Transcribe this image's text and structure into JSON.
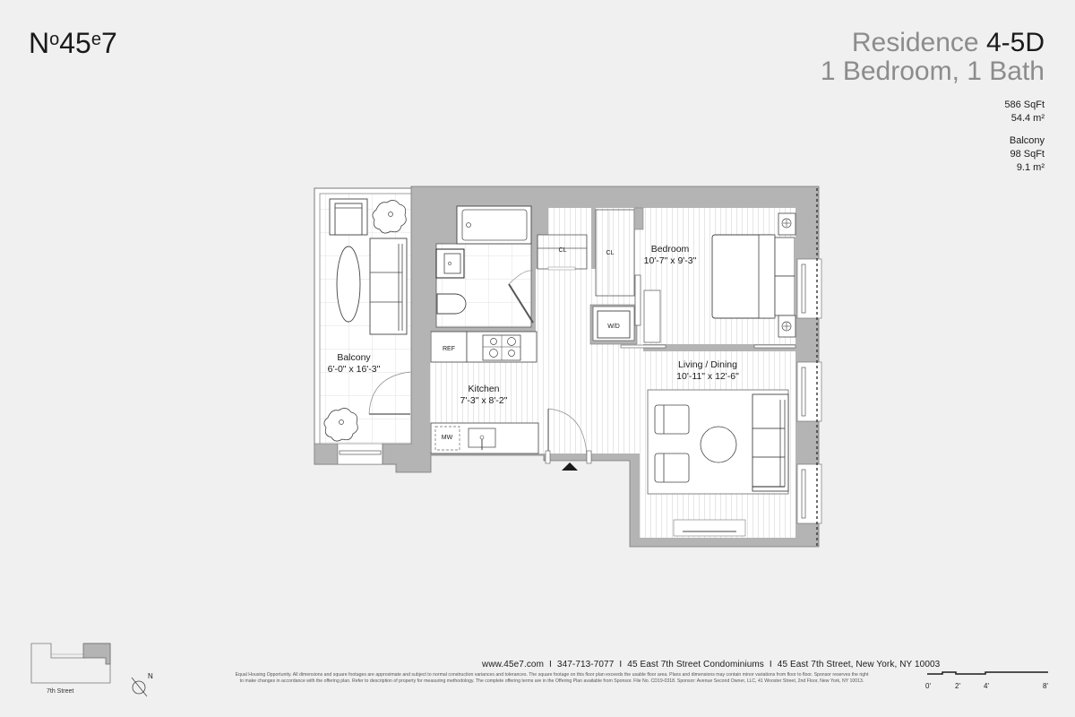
{
  "header": {
    "logo": {
      "prefix": "N",
      "o": "o",
      "num": "45",
      "e": "e",
      "suffix": "7"
    },
    "residence_prefix": "Residence",
    "residence_unit": "4-5D",
    "layout": "1 Bedroom, 1 Bath"
  },
  "stats": {
    "interior_sqft": "586 SqFt",
    "interior_m2": "54.4 m²",
    "balcony_label": "Balcony",
    "balcony_sqft": "98 SqFt",
    "balcony_m2": "9.1 m²"
  },
  "rooms": {
    "balcony": {
      "name": "Balcony",
      "dims": "6'-0\" x 16'-3\""
    },
    "kitchen": {
      "name": "Kitchen",
      "dims": "7'-3\" x 8'-2\""
    },
    "bedroom": {
      "name": "Bedroom",
      "dims": "10'-7\" x 9'-3\""
    },
    "living": {
      "name": "Living / Dining",
      "dims": "10'-11\" x 12'-6\""
    }
  },
  "fixtures": {
    "ref": "REF",
    "mw": "MW",
    "wd": "W/D",
    "closet1": "CL",
    "closet2": "CL"
  },
  "keyplan": {
    "street": "7th Street",
    "north": "N"
  },
  "footer": {
    "website": "www.45e7.com",
    "phone": "347-713-7077",
    "project": "45 East 7th Street Condominiums",
    "address": "45 East 7th Street, New York, NY 10003",
    "separator": "I",
    "disclaimer_line1": "Equal Housing Opportunity. All dimensions and square footages are approximate and subject to normal construction variances and tolerances. The square footage on this floor plan exceeds the usable floor area. Plans and dimensions may contain minor variations from floor to floor. Sponsor reserves the right",
    "disclaimer_line2": "to make changes in accordance with the offering plan. Refer to description of property for measuring methodology. The complete offering terms are in the Offering Plan available from Sponsor.  File No. CD19-0318. Sponsor: Avenue Second Owner, LLC, 41 Wooster Street, 2nd Floor, New York, NY 10013."
  },
  "scale": {
    "labels": [
      "0'",
      "2'",
      "4'",
      "8'"
    ]
  },
  "colors": {
    "background": "#f0f0f0",
    "wall": "#b4b4b4",
    "floor": "#ffffff",
    "title_gray": "#8c8c8c",
    "text": "#1a1a1a"
  }
}
